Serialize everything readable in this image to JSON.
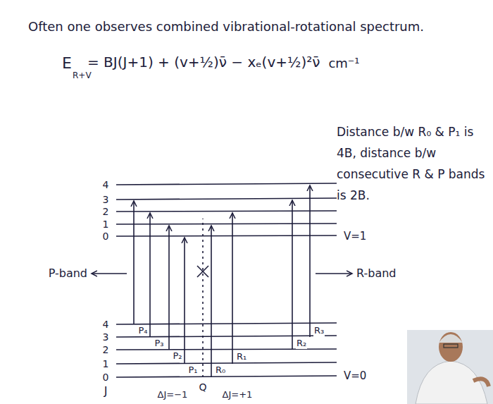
{
  "diagram": {
    "labels": [
      "Often one observes combined vibrational-rotational spectrum.",
      "E",
      "R+V",
      "= BJ(J+1) + (v+½)ν̄ − xₑ(v+½)²ν̄",
      "cm⁻¹",
      "Distance b/w R₀ & P₁ is 4B, distance b/w consecutive R & P bands is 2B.",
      "4",
      "3",
      "2",
      "1",
      "0",
      "V=1",
      "P-band",
      "R-band",
      "4",
      "3",
      "2",
      "1",
      "0",
      "P₄",
      "P₃",
      "P₂",
      "P₁",
      "R₀",
      "R₁",
      "R₂",
      "R₃",
      "V=0",
      "J",
      "ΔJ=−1",
      "Q",
      "ΔJ=+1"
    ]
  }
}
